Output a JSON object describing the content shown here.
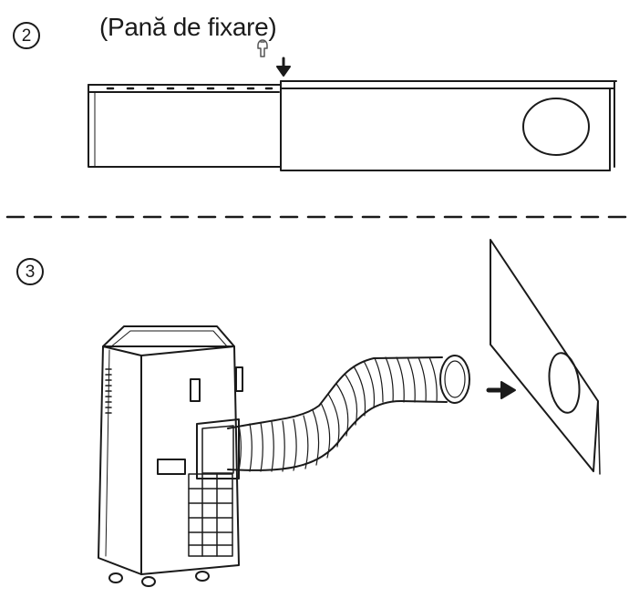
{
  "steps": [
    {
      "number": "2",
      "caption": "(Pană de fixare)"
    },
    {
      "number": "3"
    }
  ],
  "colors": {
    "ink": "#1a1a1a",
    "background": "#ffffff"
  },
  "icons": [
    "fixing-wedge-icon",
    "down-arrow-icon",
    "right-arrow-icon"
  ]
}
